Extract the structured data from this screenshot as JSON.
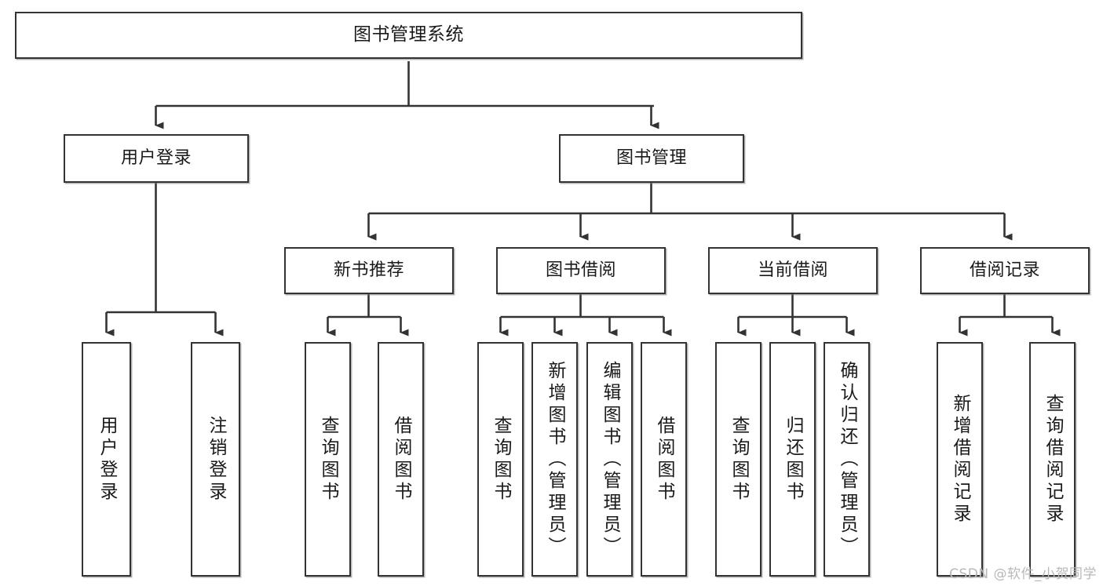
{
  "diagram": {
    "title": "图书管理系统",
    "watermark": "CSDN @软件_小贺同学",
    "line_color": "#333333",
    "box_border_color": "#333333",
    "box_fill_color": "#ffffff",
    "text_color": "#1a1a1a",
    "watermark_color": "#b8b8b8"
  },
  "nodes": {
    "root": {
      "label": "图书管理系统"
    },
    "level2": [
      {
        "id": "user-login",
        "label": "用户登录"
      },
      {
        "id": "book-management",
        "label": "图书管理"
      }
    ],
    "level3": [
      {
        "id": "new-book-recommend",
        "label": "新书推荐"
      },
      {
        "id": "book-borrow",
        "label": "图书借阅"
      },
      {
        "id": "current-borrow",
        "label": "当前借阅"
      },
      {
        "id": "borrow-record",
        "label": "借阅记录"
      }
    ],
    "leaves": {
      "user_login": [
        {
          "id": "user-login-leaf",
          "label": "用户登录"
        },
        {
          "id": "logout-leaf",
          "label": "注销登录"
        }
      ],
      "new_book_recommend": [
        {
          "id": "query-book-1",
          "label": "查询图书"
        },
        {
          "id": "borrow-book-1",
          "label": "借阅图书"
        }
      ],
      "book_borrow": [
        {
          "id": "query-book-2",
          "label": "查询图书"
        },
        {
          "id": "add-book-admin",
          "label": "新增图书（管理员）"
        },
        {
          "id": "edit-book-admin",
          "label": "编辑图书（管理员）"
        },
        {
          "id": "borrow-book-2",
          "label": "借阅图书"
        }
      ],
      "current_borrow": [
        {
          "id": "query-book-3",
          "label": "查询图书"
        },
        {
          "id": "return-book",
          "label": "归还图书"
        },
        {
          "id": "confirm-return-admin",
          "label": "确认归还（管理员）"
        }
      ],
      "borrow_record": [
        {
          "id": "add-borrow-record",
          "label": "新增借阅记录"
        },
        {
          "id": "query-borrow-record",
          "label": "查询借阅记录"
        }
      ]
    }
  }
}
